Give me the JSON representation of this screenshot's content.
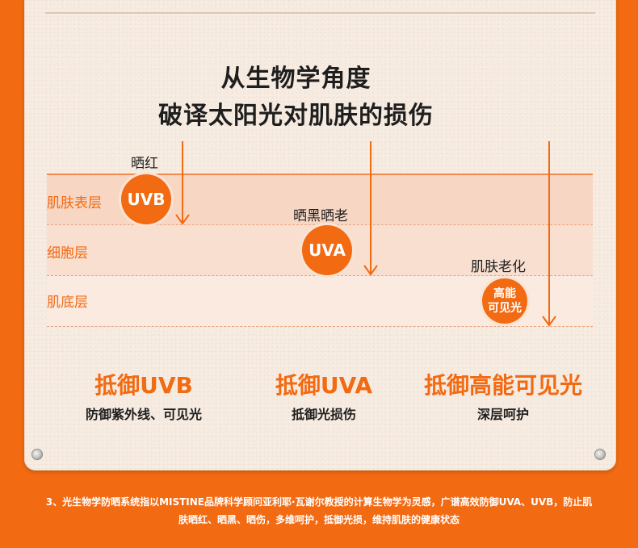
{
  "title": {
    "line1": "从生物学角度",
    "line2": "破译太阳光对肌肤的损伤"
  },
  "layers": [
    "肌肤表层",
    "细胞层",
    "肌底层"
  ],
  "effects": {
    "uvb": "晒红",
    "uva": "晒黑晒老",
    "visible": "肌肤老化"
  },
  "badges": {
    "uvb": "UVB",
    "uva": "UVA",
    "visible_line1": "高能",
    "visible_line2": "可见光"
  },
  "columns": [
    {
      "heading": "抵御UVB",
      "sub": "防御紫外线、可见光"
    },
    {
      "heading": "抵御UVA",
      "sub": "抵御光损伤"
    },
    {
      "heading": "抵御高能可见光",
      "sub": "深层呵护"
    }
  ],
  "footnote": {
    "line1": "3、光生物学防晒系统指以MISTINE品牌科学顾问亚利耶·瓦谢尔教授的计算生物学为灵感，广谱高效防御UVA、UVB，防止肌",
    "line2": "肤晒红、晒黑、晒伤，多维呵护，抵御光损，维持肌肤的健康状态"
  },
  "colors": {
    "accent": "#f26a12",
    "card": "#f7ece2"
  }
}
